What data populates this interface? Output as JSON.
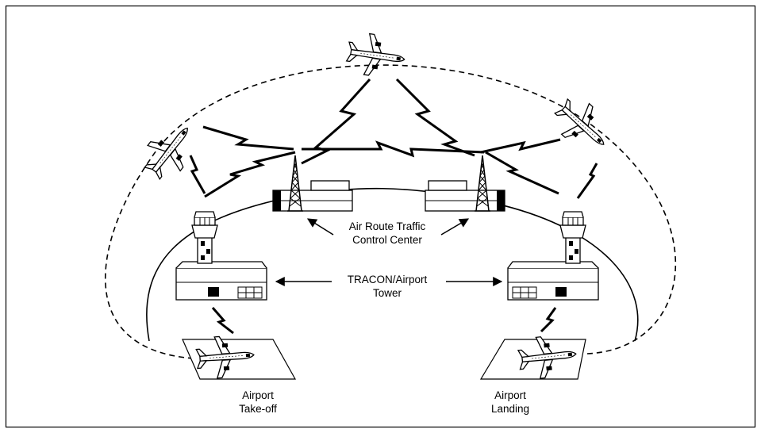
{
  "labels": {
    "artcc": [
      "Air Route Traffic",
      "Control Center"
    ],
    "tracon": [
      "TRACON/Airport",
      "Tower"
    ],
    "takeoff": [
      "Airport",
      "Take-off"
    ],
    "landing": [
      "Airport",
      "Landing"
    ]
  },
  "colors": {
    "line": "#000000",
    "fill": "#ffffff",
    "dark": "#000000"
  },
  "icons": [
    "airplane-icon",
    "radio-tower-icon",
    "control-tower-icon",
    "building-icon",
    "lightning-link-icon"
  ]
}
